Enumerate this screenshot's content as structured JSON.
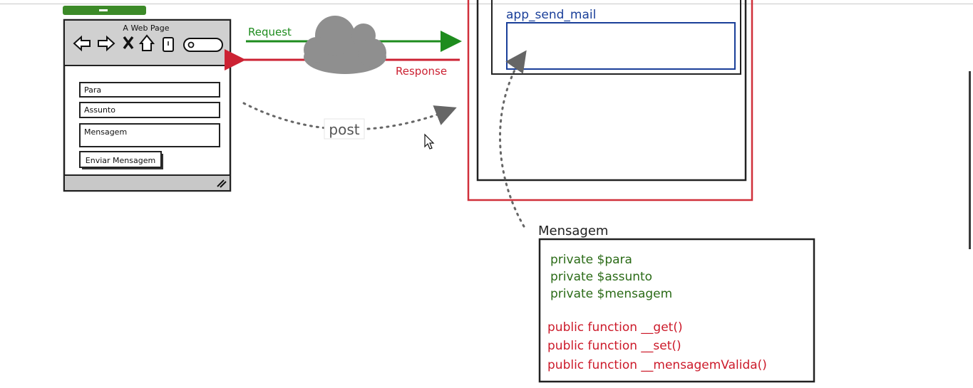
{
  "browser": {
    "title": "A Web Page",
    "fields": [
      "Para",
      "Assunto",
      "Mensagem"
    ],
    "button_label": "Enviar Mensagem"
  },
  "arrows": {
    "request": "Request",
    "response": "Response",
    "post": "post"
  },
  "server": {
    "inner_label": "app_send_mail"
  },
  "class_box": {
    "name": "Mensagem",
    "attributes": [
      "private $para",
      "private $assunto",
      "private $mensagem"
    ],
    "methods": [
      "public function __get()",
      "public function __set()",
      "public function __mensagemValida()"
    ]
  },
  "colors": {
    "request": "#1e8c1e",
    "response": "#cc2233",
    "attribute": "#2b6b17",
    "method": "#cc1a2a",
    "inner_box": "#1a3f99",
    "server_border": "#d0303a",
    "green_tab": "#3c8a28",
    "cloud": "#8f8f8f"
  }
}
